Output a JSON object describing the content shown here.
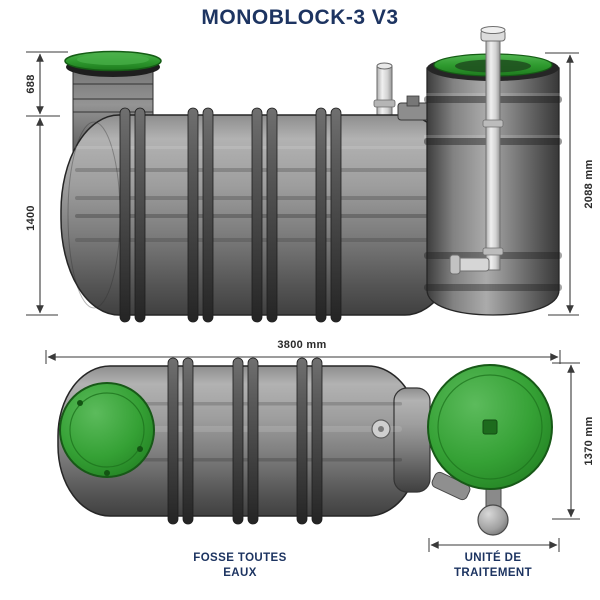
{
  "title": "MONOBLOCK-3 V3",
  "side_view": {
    "dim_riser_height": "688",
    "dim_tank_height": "1400",
    "dim_total_height": "2088 mm"
  },
  "plan_view": {
    "dim_total_length": "3800 mm",
    "dim_unit_width": "1370 mm"
  },
  "captions": {
    "tank_label_line1": "FOSSE TOUTES",
    "tank_label_line2": "EAUX",
    "unit_label_line1": "UNITÉ DE",
    "unit_label_line2": "TRAITEMENT"
  },
  "colors": {
    "text_navy": "#1d3461",
    "lid_green": "#2f9b2f",
    "tank_gray": "#7c7c7c",
    "dimension_line": "#3a3a3a"
  }
}
